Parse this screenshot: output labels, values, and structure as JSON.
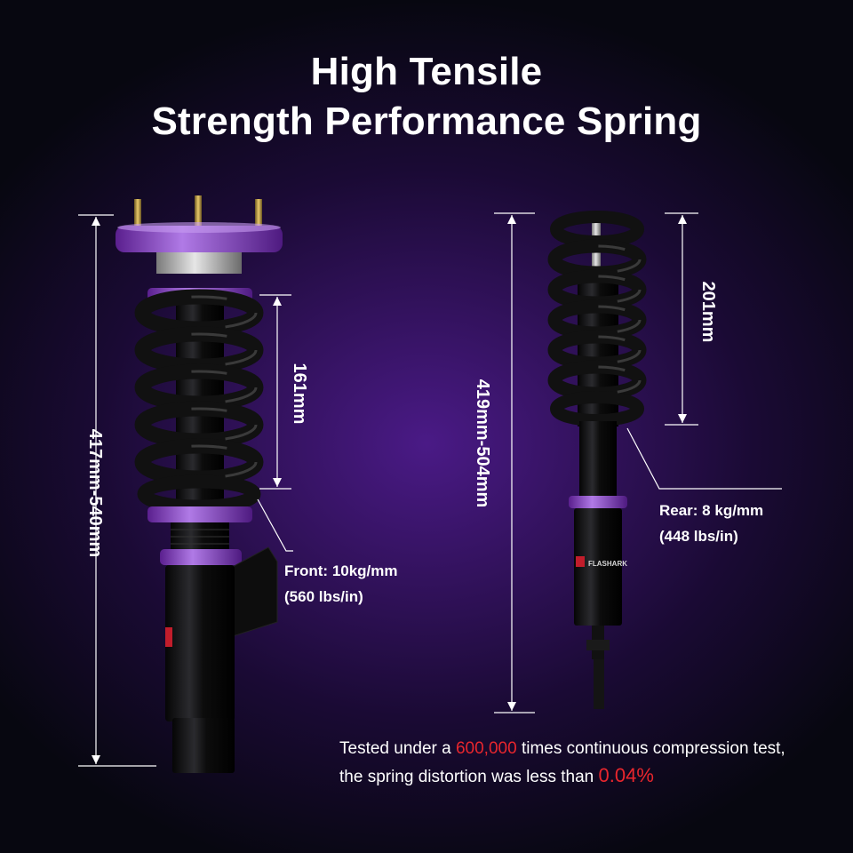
{
  "title": {
    "line1": "High Tensile",
    "line2": "Strength Performance Spring"
  },
  "front": {
    "total_height": "417mm-540mm",
    "spring_length": "161mm",
    "rate_metric": "Front: 10kg/mm",
    "rate_imperial": "(560 lbs/in)"
  },
  "rear": {
    "total_height": "419mm-504mm",
    "spring_length": "201mm",
    "rate_metric": "Rear: 8 kg/mm",
    "rate_imperial": "(448 lbs/in)"
  },
  "footnote": {
    "line1_a": "Tested under a ",
    "line1_highlight": "600,000",
    "line1_b": " times continuous compression test,",
    "line2_a": "the spring distortion was less than ",
    "line2_highlight": "0.04%"
  },
  "brand_mark": "FLASHARK",
  "colors": {
    "accent_purple": "#9b4fd6",
    "highlight_red": "#e8262d",
    "spring_black": "#111111"
  }
}
